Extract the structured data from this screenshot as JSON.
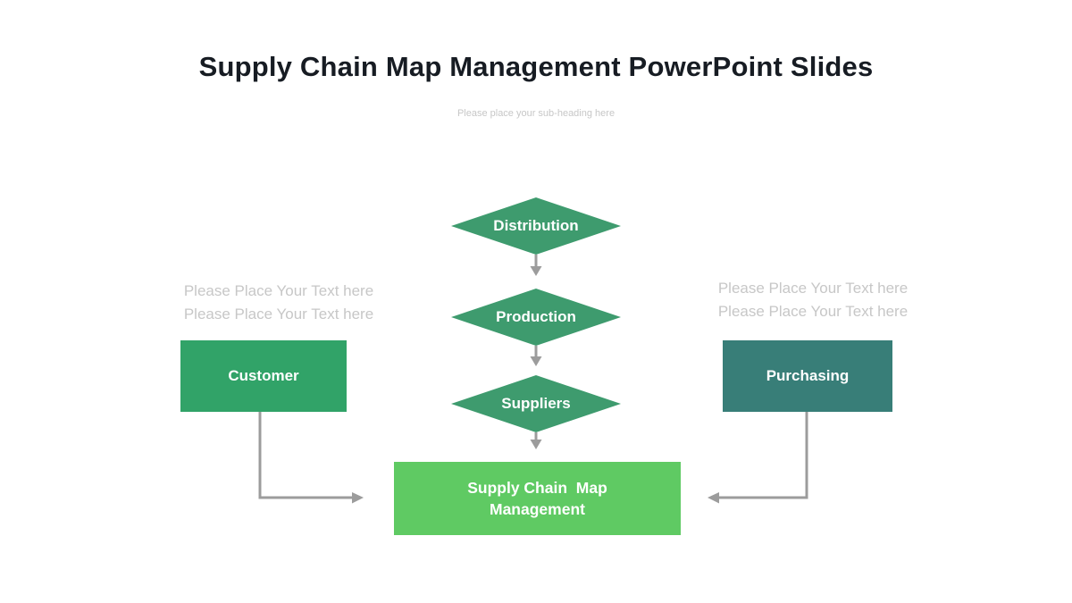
{
  "slide": {
    "title": "Supply Chain Map Management PowerPoint Slides",
    "subheading": "Please place your sub-heading here"
  },
  "diagram": {
    "diamonds": [
      {
        "label": "Distribution"
      },
      {
        "label": "Production"
      },
      {
        "label": "Suppliers"
      }
    ],
    "customer_box": {
      "label": "Customer"
    },
    "purchasing_box": {
      "label": "Purchasing"
    },
    "result_box": {
      "label": "Supply Chain  Map\nManagement"
    },
    "left_placeholder": {
      "lines": [
        "Please Place Your Text here",
        "Please Place Your Text here"
      ]
    },
    "right_placeholder": {
      "lines": [
        "Please Place Your Text here",
        "Please Place Your Text here"
      ]
    }
  },
  "colors": {
    "title_text": "#171c23",
    "muted_text": "#c7c7c7",
    "diamond_green": "#3e9b6e",
    "customer_green": "#31a368",
    "purchasing_teal": "#387e78",
    "result_green": "#5fca63",
    "arrow_gray": "#9c9c9c"
  }
}
